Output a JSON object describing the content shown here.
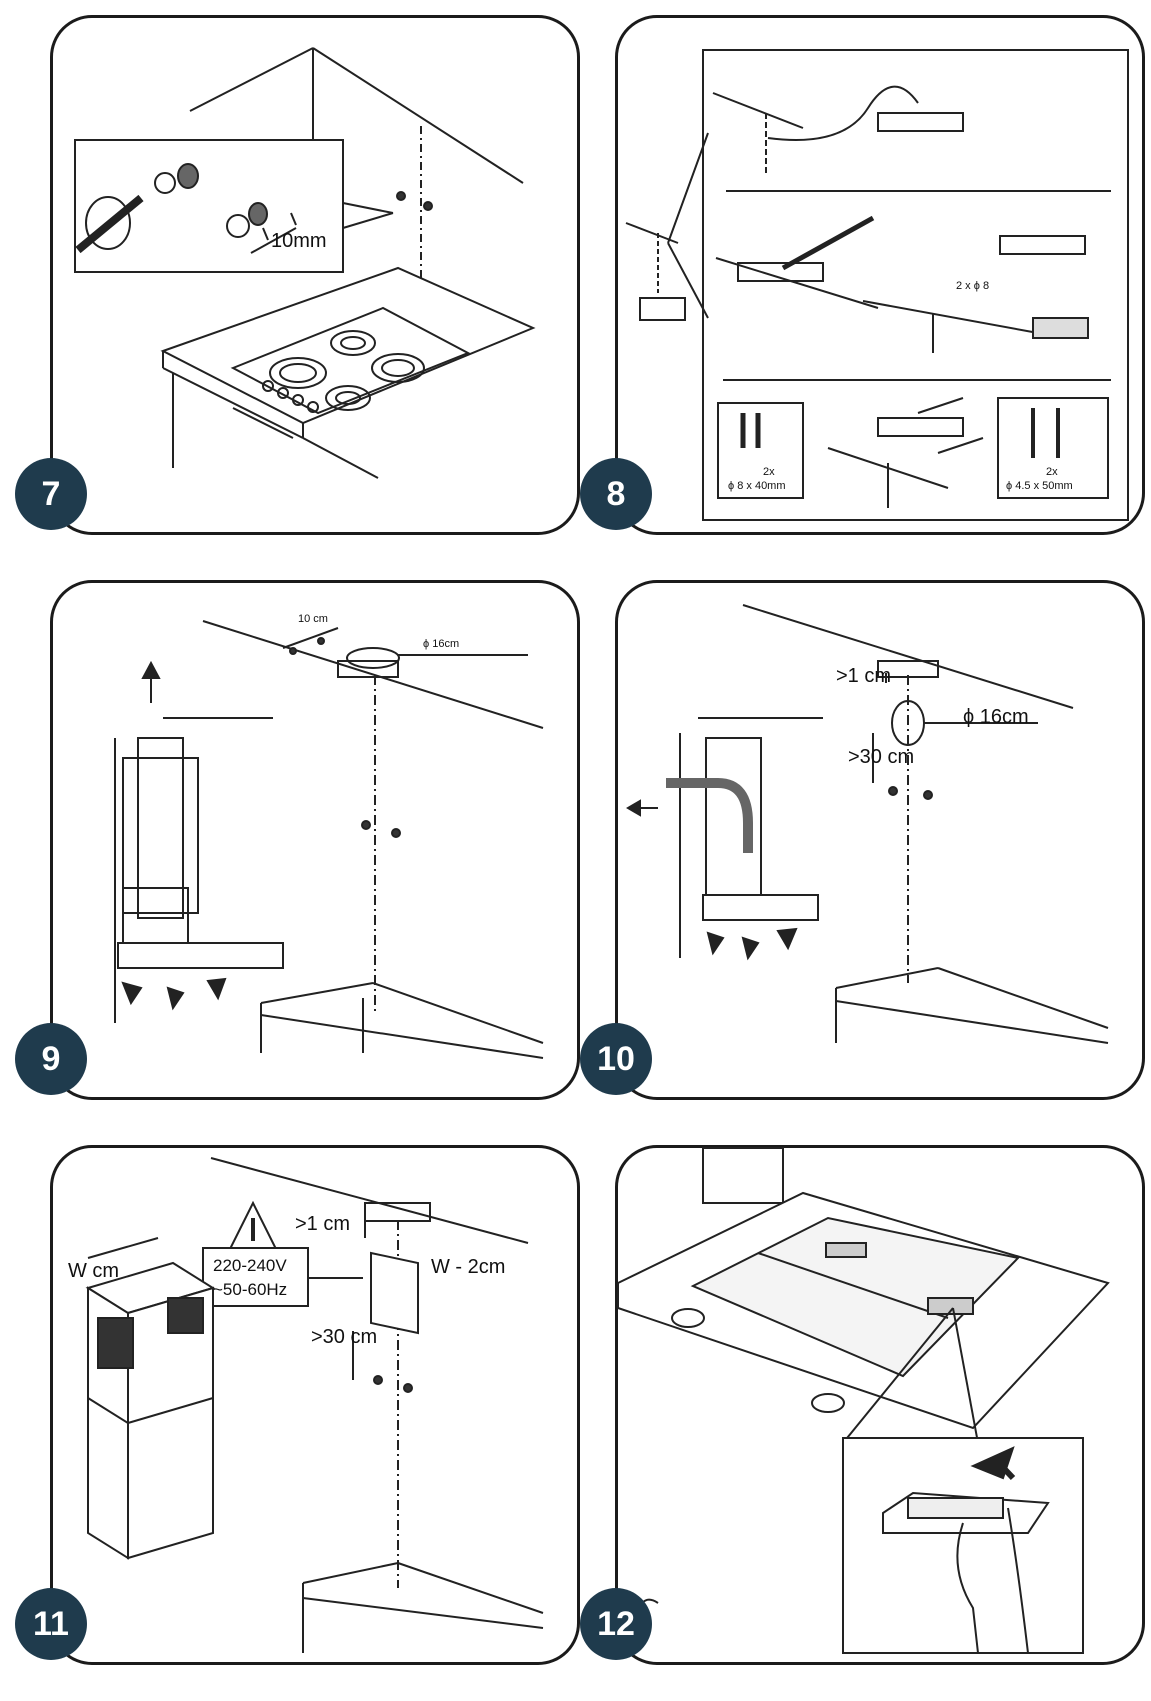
{
  "steps": [
    {
      "number": "7",
      "labels": {
        "screw_gap": "10mm"
      }
    },
    {
      "number": "8",
      "labels": {
        "drill_size": "2 x ϕ 8",
        "plug_count": "2x",
        "plug_size": "ϕ 8 x 40mm",
        "screw_count": "2x",
        "screw_size": "ϕ 4.5 x 50mm"
      }
    },
    {
      "number": "9",
      "labels": {
        "offset": "10 cm",
        "duct_diameter": "ϕ 16cm"
      }
    },
    {
      "number": "10",
      "labels": {
        "gap_top": ">1 cm",
        "duct_diameter": "ϕ 16cm",
        "gap_bottom": ">30 cm"
      }
    },
    {
      "number": "11",
      "labels": {
        "gap_top": ">1 cm",
        "voltage": "220-240V",
        "frequency": "~50-60Hz",
        "width_minus": "W - 2cm",
        "gap_bottom": ">30 cm",
        "width": "W cm"
      }
    },
    {
      "number": "12",
      "labels": {}
    }
  ]
}
